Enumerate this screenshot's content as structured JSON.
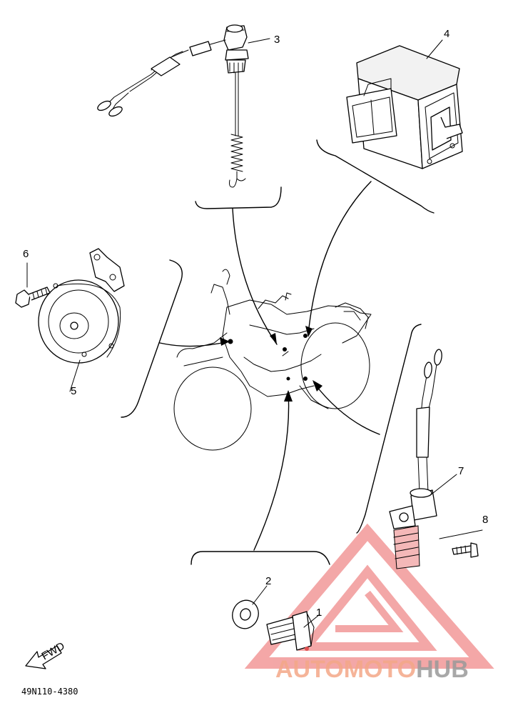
{
  "diagram": {
    "part_code": "49N110-4380",
    "fwd_label": "FWD",
    "callouts": [
      {
        "id": "c1",
        "label": "1"
      },
      {
        "id": "c2",
        "label": "2"
      },
      {
        "id": "c3",
        "label": "3"
      },
      {
        "id": "c4",
        "label": "4"
      },
      {
        "id": "c5",
        "label": "5"
      },
      {
        "id": "c6",
        "label": "6"
      },
      {
        "id": "c7",
        "label": "7"
      },
      {
        "id": "c8",
        "label": "8"
      }
    ]
  },
  "watermark": {
    "part1": "AUTO",
    "part2": "MOTO",
    "part3": "HUB",
    "color_accent": "#f4a888",
    "color_gray": "#9a9a9a",
    "logo_color": "#f08a8a"
  }
}
